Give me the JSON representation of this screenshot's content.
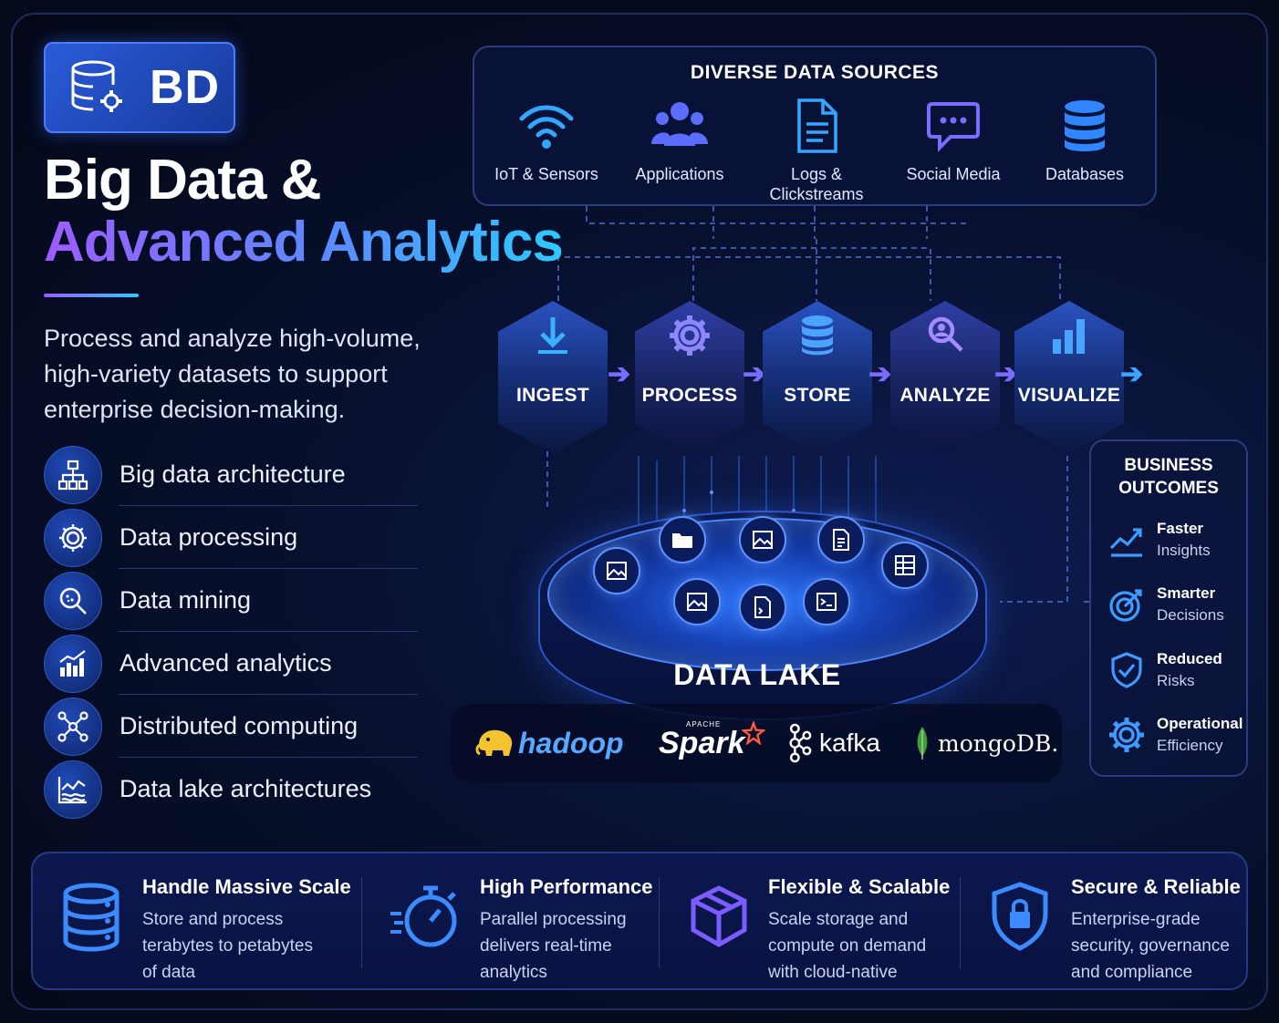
{
  "brand": {
    "abbr": "BD"
  },
  "title": {
    "line1": "Big Data &",
    "line2": "Advanced Analytics"
  },
  "intro": "Process and analyze high-volume, high-variety datasets to support enterprise decision-making.",
  "features": [
    {
      "label": "Big data architecture",
      "icon": "hierarchy-icon"
    },
    {
      "label": "Data processing",
      "icon": "gear-icon"
    },
    {
      "label": "Data mining",
      "icon": "magnifier-icon"
    },
    {
      "label": "Advanced analytics",
      "icon": "bar-chart-icon"
    },
    {
      "label": "Distributed computing",
      "icon": "network-icon"
    },
    {
      "label": "Data lake architectures",
      "icon": "lake-chart-icon"
    }
  ],
  "sources": {
    "header": "DIVERSE DATA SOURCES",
    "items": [
      {
        "label": "IoT & Sensors",
        "icon": "wifi-icon"
      },
      {
        "label": "Applications",
        "icon": "users-icon"
      },
      {
        "label_line1": "Logs &",
        "label_line2": "Clickstreams",
        "icon": "document-icon"
      },
      {
        "label": "Social Media",
        "icon": "chat-icon"
      },
      {
        "label": "Databases",
        "icon": "database-icon"
      }
    ]
  },
  "pipeline": [
    {
      "label": "INGEST",
      "icon": "download-icon"
    },
    {
      "label": "PROCESS",
      "icon": "gear-icon"
    },
    {
      "label": "STORE",
      "icon": "database-icon"
    },
    {
      "label": "ANALYZE",
      "icon": "magnifier-icon"
    },
    {
      "label": "VISUALIZE",
      "icon": "bar-chart-icon"
    }
  ],
  "lake": {
    "label": "DATA LAKE"
  },
  "technologies": [
    {
      "name": "hadoop"
    },
    {
      "name": "Spark",
      "super": "APACHE"
    },
    {
      "name": "kafka"
    },
    {
      "name": "mongoDB."
    }
  ],
  "outcomes": {
    "header_line1": "BUSINESS",
    "header_line2": "OUTCOMES",
    "items": [
      {
        "title": "Faster",
        "sub": "Insights",
        "icon": "trend-up-icon"
      },
      {
        "title": "Smarter",
        "sub": "Decisions",
        "icon": "target-icon"
      },
      {
        "title": "Reduced",
        "sub": "Risks",
        "icon": "shield-check-icon"
      },
      {
        "title": "Operational",
        "sub": "Efficiency",
        "icon": "gear-icon"
      }
    ]
  },
  "benefits": [
    {
      "title": "Handle Massive Scale",
      "desc_line1": "Store and process",
      "desc_line2": "terabytes to petabytes",
      "desc_line3": "of data",
      "icon": "database-icon"
    },
    {
      "title": "High Performance",
      "desc_line1": "Parallel processing",
      "desc_line2": "delivers real-time",
      "desc_line3": "analytics",
      "icon": "stopwatch-icon"
    },
    {
      "title": "Flexible & Scalable",
      "desc_line1": "Scale storage and",
      "desc_line2": "compute on demand",
      "desc_line3": "with cloud-native",
      "icon": "cube-icon"
    },
    {
      "title": "Secure & Reliable",
      "desc_line1": "Enterprise-grade",
      "desc_line2": "security, governance",
      "desc_line3": "and compliance",
      "icon": "shield-lock-icon"
    }
  ]
}
